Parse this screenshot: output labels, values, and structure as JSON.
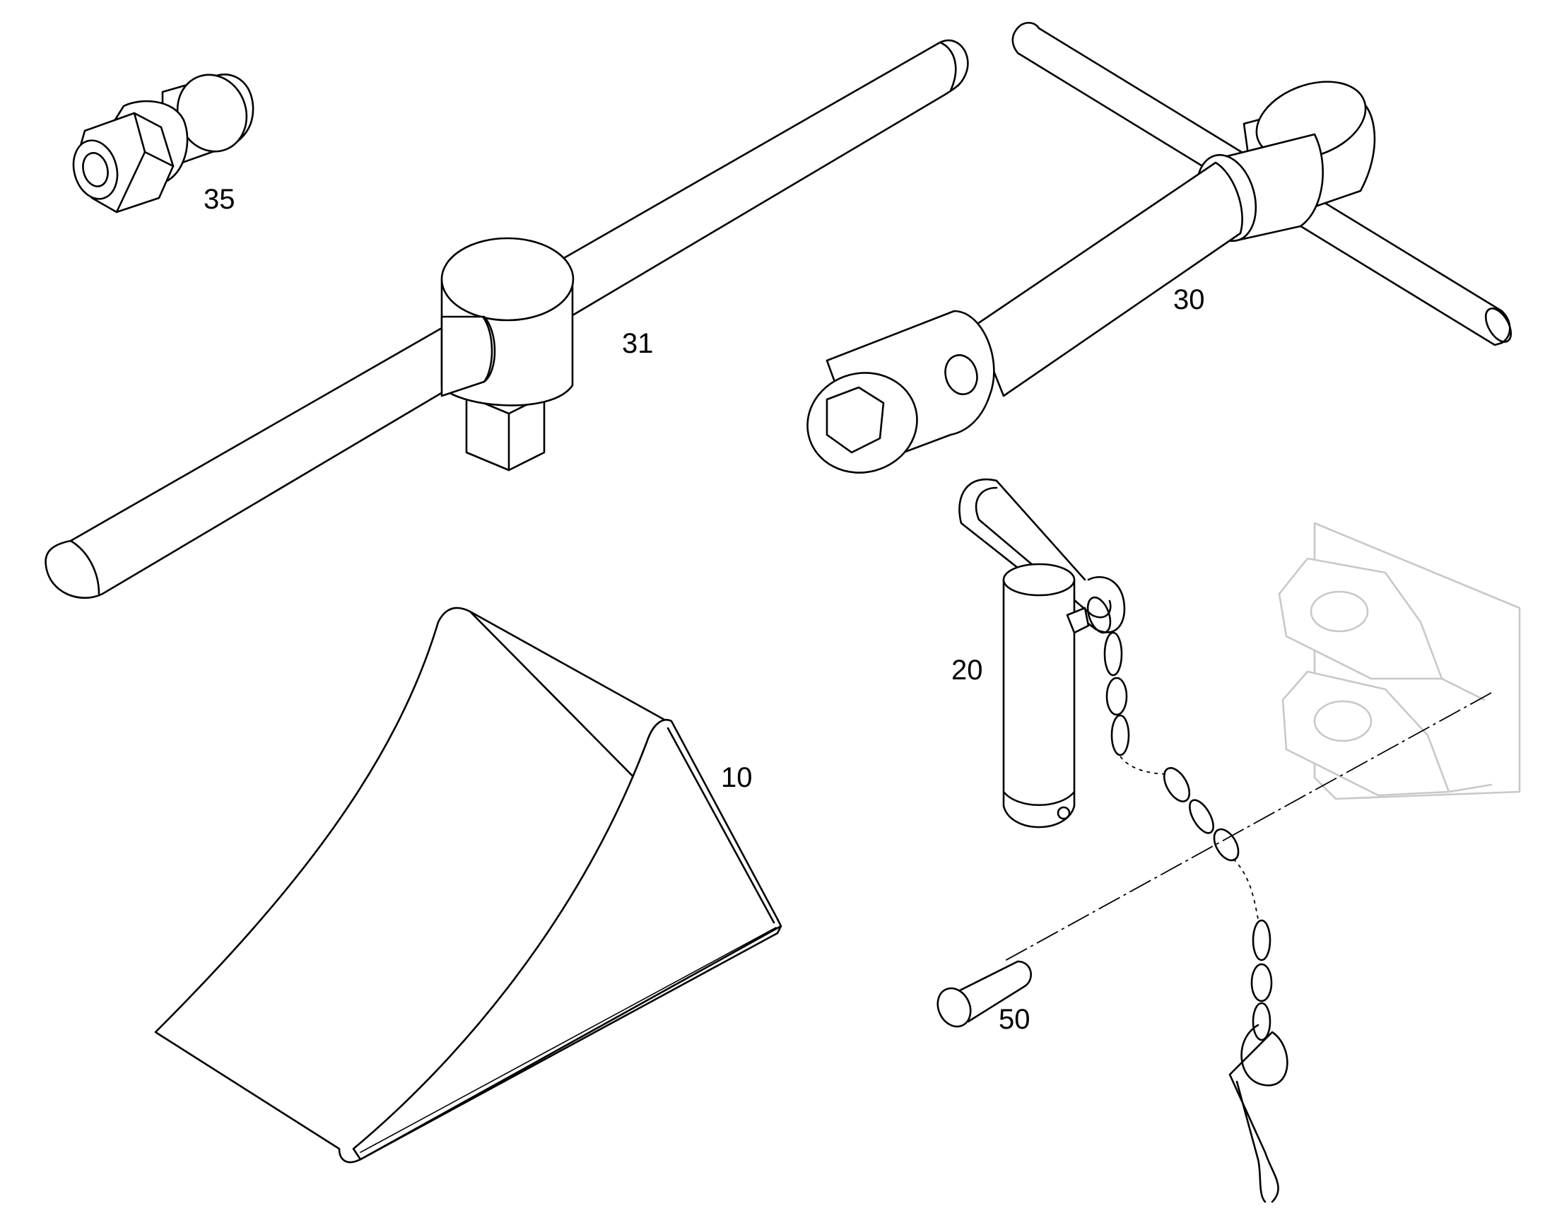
{
  "callouts": {
    "c35": "35",
    "c31": "31",
    "c30": "30",
    "c20": "20",
    "c10": "10",
    "c50": "50"
  },
  "parts": {
    "p35": "wheel-nut-adapter-icon",
    "p31": "t-handle-square-drive-icon",
    "p30": "t-handle-socket-wrench-icon",
    "p20": "hitch-pin-with-chain-icon",
    "p10": "wheel-chock-icon",
    "p50": "clevis-pin-icon",
    "bracket": "tow-bracket-icon"
  },
  "colors": {
    "line": "#000000",
    "ghost": "#c8c8c8",
    "background": "#ffffff"
  }
}
